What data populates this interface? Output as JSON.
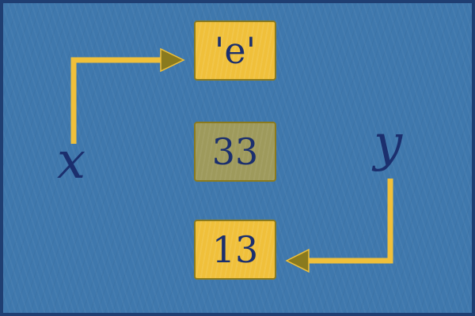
{
  "colors": {
    "background": "#3f78ad",
    "border": "#1f3f73",
    "box_active": "#f0c03a",
    "box_dim": "#9e9a5c",
    "text": "#1b2f6e",
    "arrow": "#f0c03a"
  },
  "boxes": [
    {
      "value": "'e'",
      "state": "active"
    },
    {
      "value": "33",
      "state": "dim"
    },
    {
      "value": "13",
      "state": "active"
    }
  ],
  "variables": [
    {
      "name": "x",
      "points_to": 0
    },
    {
      "name": "y",
      "points_to": 2
    }
  ]
}
